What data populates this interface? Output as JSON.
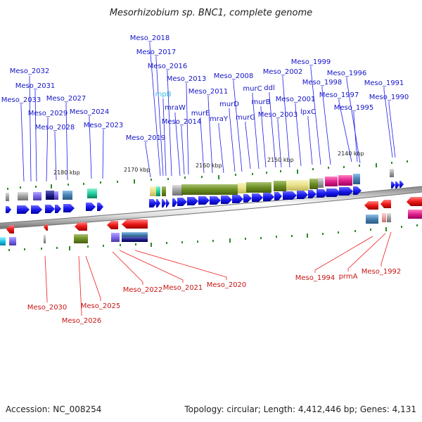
{
  "title": "Mesorhizobium sp. BNC1, complete genome",
  "footer": {
    "accession": "Accession: NC_008254",
    "summary": "Topology: circular; Length: 4,412,446 bp; Genes: 4,131"
  },
  "ticks": [
    "2180 kbp",
    "2170 kbp",
    "2160 kbp",
    "2150 kbp",
    "2140 kbp"
  ],
  "top_labels": [
    "Meso_2018",
    "Meso_2017",
    "Meso_2016",
    "Meso_2032",
    "Meso_2031",
    "Meso_2033",
    "mraW",
    "Meso_2013",
    "Meso_2008",
    "Meso_2002",
    "Meso_1999",
    "Meso_1996",
    "Meso_1998",
    "Meso_1991",
    "Meso_2027",
    "Meso_2011",
    "murC",
    "ddl",
    "Meso_1997",
    "Meso_1990",
    "Meso_2029",
    "Meso_2024",
    "murE",
    "murD",
    "murB",
    "Meso_2001",
    "lpxC",
    "Meso_1995",
    "Meso_2028",
    "Meso_2023",
    "Meso_2014",
    "mraY",
    "murG",
    "Meso_2003",
    "Meso_2019",
    "mpB"
  ],
  "bottom_labels": [
    "Meso_1994",
    "prmA",
    "Meso_1992",
    "Meso_2022",
    "Meso_2021",
    "Meso_2020",
    "Meso_2030",
    "Meso_2025",
    "Meso_2026"
  ],
  "colors": {
    "forward": "#1a1aee",
    "reverse": "#ee1a1a",
    "olive": "#6b8e23",
    "khaki": "#e8e088",
    "magenta": "#e0208c",
    "slate": "#4682b4",
    "purple": "#7b68ee",
    "grey": "#a0a0a0",
    "teal": "#20d0a0",
    "tick_green": "#2a8a2a"
  }
}
